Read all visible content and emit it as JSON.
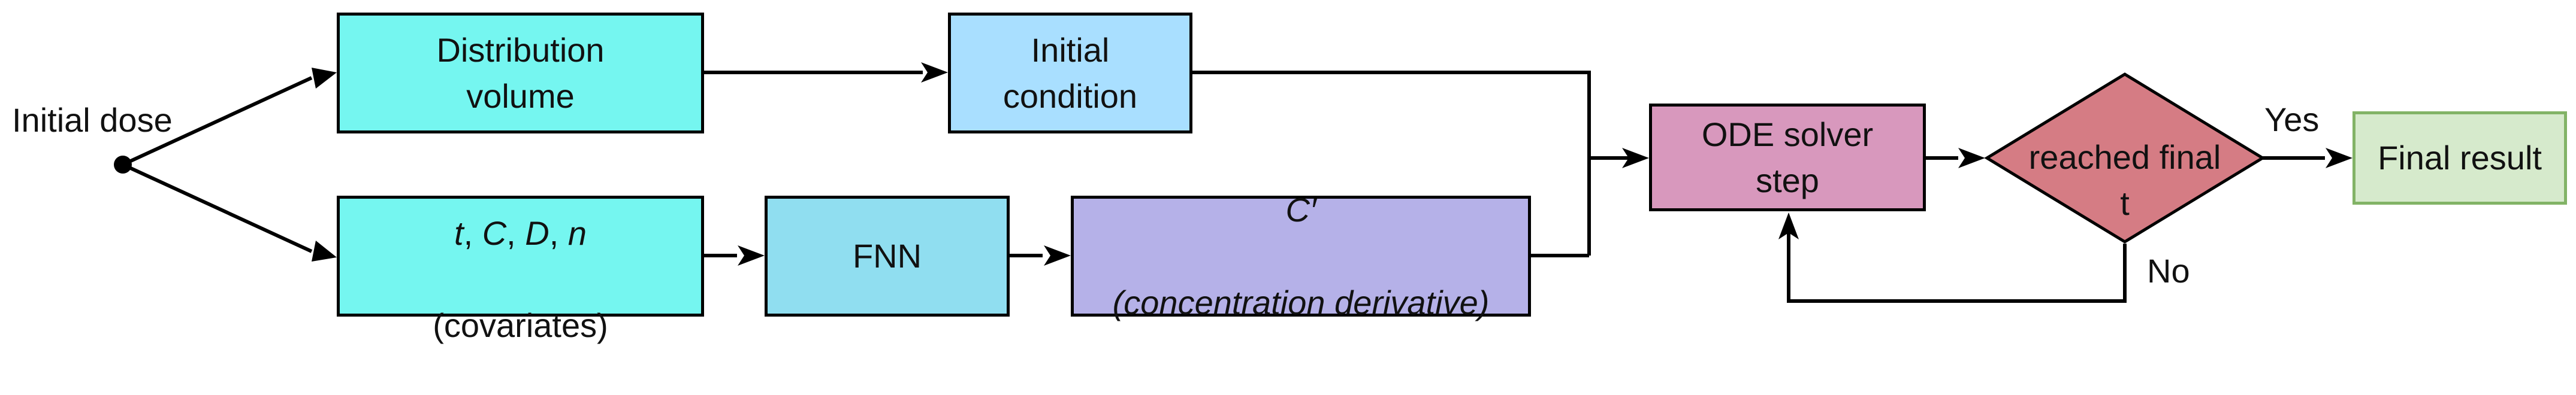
{
  "colors": {
    "cyan": "#75F6F0",
    "light_blue": "#A9DFFF",
    "sky": "#90DEF0",
    "lavender": "#B5B1E8",
    "pink": "#D898BD",
    "rose": "#D57C84",
    "green_fill": "#D6EACC",
    "green_border": "#82B366"
  },
  "start": {
    "label": "Initial dose"
  },
  "nodes": {
    "distribution": "Distribution\nvolume",
    "initial": "Initial\ncondition",
    "covariates_vars": [
      "t",
      "C",
      "D",
      "n"
    ],
    "covariates_sep": ", ",
    "covariates_sub": "(covariates)",
    "fnn": "FNN",
    "derivative_symbol": "C′",
    "derivative_desc": "(concentration derivative)",
    "ode": "ODE solver\nstep",
    "decision": "reached final\nt",
    "final": "Final result"
  },
  "edges": {
    "yes": "Yes",
    "no": "No"
  }
}
